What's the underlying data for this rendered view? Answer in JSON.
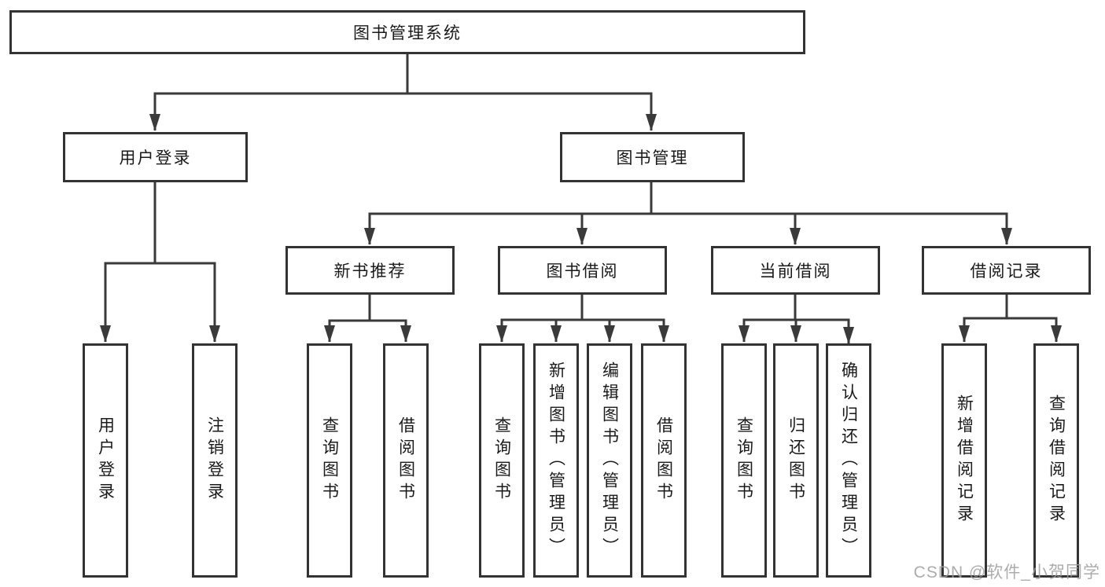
{
  "tree": {
    "root": "图书管理系统",
    "branches": [
      {
        "label": "用户登录",
        "children": [
          "用户登录",
          "注销登录"
        ]
      },
      {
        "label": "图书管理",
        "groups": [
          {
            "label": "新书推荐",
            "children": [
              "查询图书",
              "借阅图书"
            ]
          },
          {
            "label": "图书借阅",
            "children": [
              "查询图书",
              "新增图书（管理员）",
              "编辑图书（管理员）",
              "借阅图书"
            ]
          },
          {
            "label": "当前借阅",
            "children": [
              "查询图书",
              "归还图书",
              "确认归还（管理员）"
            ]
          },
          {
            "label": "借阅记录",
            "children": [
              "新增借阅记录",
              "查询借阅记录"
            ]
          }
        ]
      }
    ]
  },
  "watermark": {
    "text": "CSDN @软件_小贺同学"
  },
  "colors": {
    "line": "#3a3a3a",
    "box_border": "#333333",
    "text": "#1a1a1a",
    "watermark": "#9e9e9e",
    "background": "#ffffff"
  }
}
